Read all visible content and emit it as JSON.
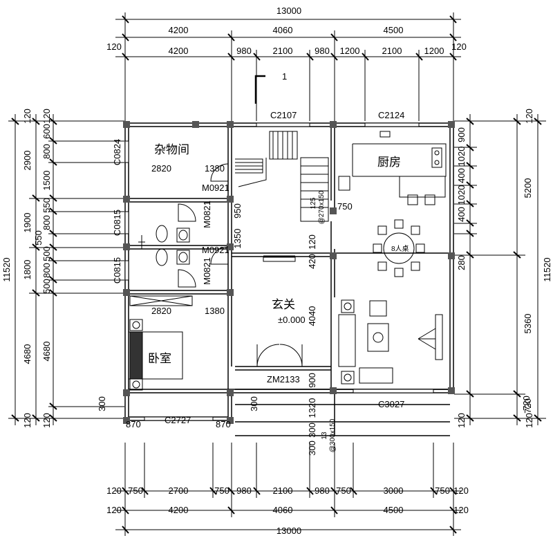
{
  "title_mark": "1",
  "dimensions": {
    "top_total": "13000",
    "top_major": [
      "4200",
      "4060",
      "4500"
    ],
    "top_detail": [
      "120",
      "4200",
      "980",
      "2100",
      "980",
      "1200",
      "2100",
      "1200",
      "120"
    ],
    "bottom_detail": [
      "120",
      "750",
      "2700",
      "750",
      "980",
      "2100",
      "980",
      "750",
      "3000",
      "750",
      "120"
    ],
    "bottom_major": [
      "120",
      "4200",
      "4060",
      "4500",
      "120"
    ],
    "bottom_total": "13000",
    "left_total": "11520",
    "left_major": [
      "120",
      "2900",
      "1900",
      "1800",
      "4680",
      "120"
    ],
    "left_detail": [
      "120",
      "600",
      "800",
      "1500",
      "550",
      "800",
      "550",
      "500",
      "800",
      "500",
      "4680",
      "300",
      "120"
    ],
    "right_total": "11520",
    "right_major": [
      "120",
      "5200",
      "5360",
      "720",
      "120"
    ],
    "right_detail": [
      "900",
      "1020",
      "400",
      "1020",
      "400",
      "280",
      "720",
      "120"
    ],
    "interior": [
      "2820",
      "1380",
      "2820",
      "1380",
      "950",
      "1350",
      "120",
      "420",
      "4040",
      "900",
      "750",
      "1320",
      "300",
      "300",
      "870",
      "870",
      "300"
    ]
  },
  "rooms": {
    "storage": "杂物间",
    "kitchen": "厨房",
    "entrance": "玄关",
    "elevation": "±0.000",
    "bedroom": "卧室",
    "table": "8人桌"
  },
  "openings": {
    "windows": [
      "C2107",
      "C2124",
      "C0824",
      "C0815",
      "C0815",
      "C3027",
      "C2727"
    ],
    "doors": [
      "M0921",
      "M0821",
      "M0921",
      "M0821",
      "ZM2133"
    ]
  },
  "notes": {
    "beam1": "@270x150",
    "beam1_prefix": "125",
    "beam2": "@300x150",
    "beam2_prefix": "13"
  }
}
